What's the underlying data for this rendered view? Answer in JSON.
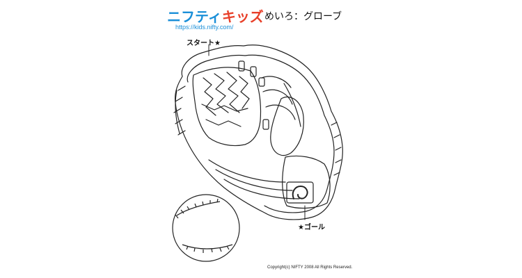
{
  "logo": {
    "nifty": "ニフティ",
    "kids": "キッズ",
    "url": "https://kids.nifty.com/"
  },
  "title": "めいろ：グローブ",
  "labels": {
    "start": "スタート★",
    "goal": "★ゴール"
  },
  "copyright": "Copyright(c) NIFTY 2008 All Rights Reserved.",
  "icons": {
    "glove": "baseball-glove-illustration",
    "ball": "baseball-illustration",
    "maze": "maze-in-glove-web"
  }
}
